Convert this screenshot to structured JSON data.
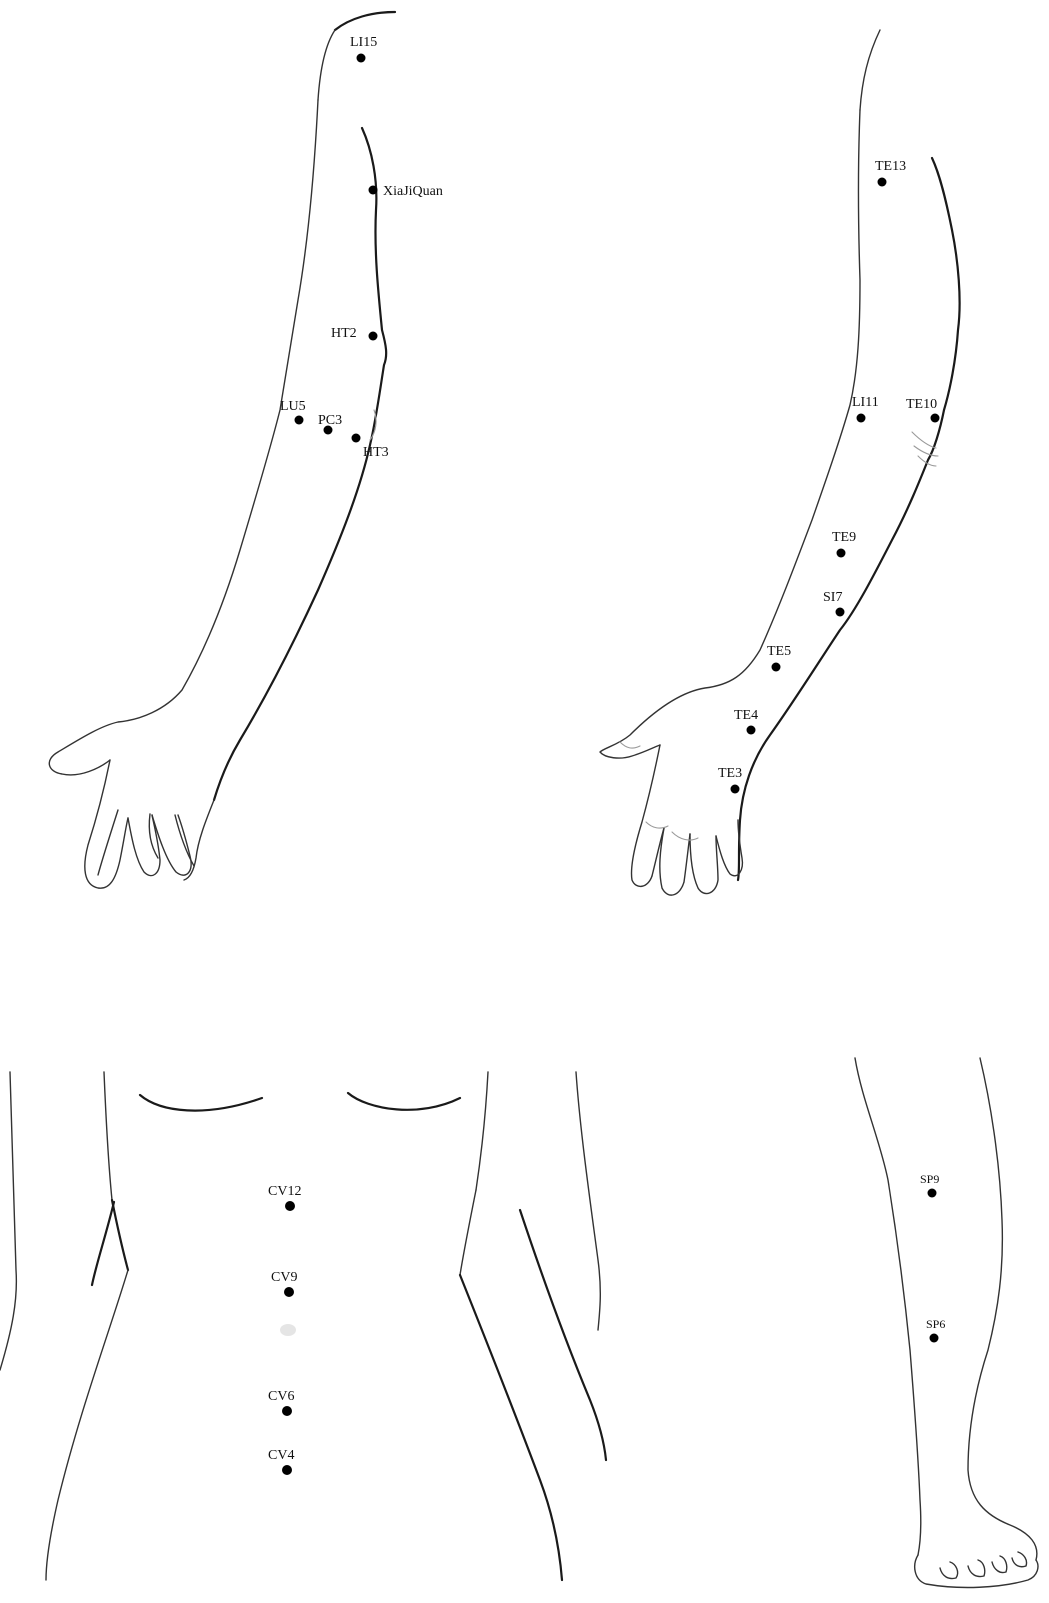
{
  "figure": {
    "panels": [
      {
        "id": "arm-anterior",
        "points": [
          {
            "label": "LI15",
            "name": "point-li15"
          },
          {
            "label": "XiaJiQuan",
            "name": "point-xiajiquan"
          },
          {
            "label": "HT2",
            "name": "point-ht2"
          },
          {
            "label": "LU5",
            "name": "point-lu5"
          },
          {
            "label": "PC3",
            "name": "point-pc3"
          },
          {
            "label": "HT3",
            "name": "point-ht3"
          }
        ]
      },
      {
        "id": "arm-posterior",
        "points": [
          {
            "label": "TE13",
            "name": "point-te13"
          },
          {
            "label": "LI11",
            "name": "point-li11"
          },
          {
            "label": "TE10",
            "name": "point-te10"
          },
          {
            "label": "TE9",
            "name": "point-te9"
          },
          {
            "label": "SI7",
            "name": "point-si7"
          },
          {
            "label": "TE5",
            "name": "point-te5"
          },
          {
            "label": "TE4",
            "name": "point-te4"
          },
          {
            "label": "TE3",
            "name": "point-te3"
          }
        ]
      },
      {
        "id": "abdomen",
        "points": [
          {
            "label": "CV12",
            "name": "point-cv12"
          },
          {
            "label": "CV9",
            "name": "point-cv9"
          },
          {
            "label": "CV6",
            "name": "point-cv6"
          },
          {
            "label": "CV4",
            "name": "point-cv4"
          }
        ]
      },
      {
        "id": "lower-leg",
        "points": [
          {
            "label": "SP9",
            "name": "point-sp9"
          },
          {
            "label": "SP6",
            "name": "point-sp6"
          }
        ]
      }
    ],
    "colors": {
      "outline": "#1a1a1a",
      "dot": "#000000",
      "label": "#111111",
      "background": "#ffffff"
    }
  }
}
